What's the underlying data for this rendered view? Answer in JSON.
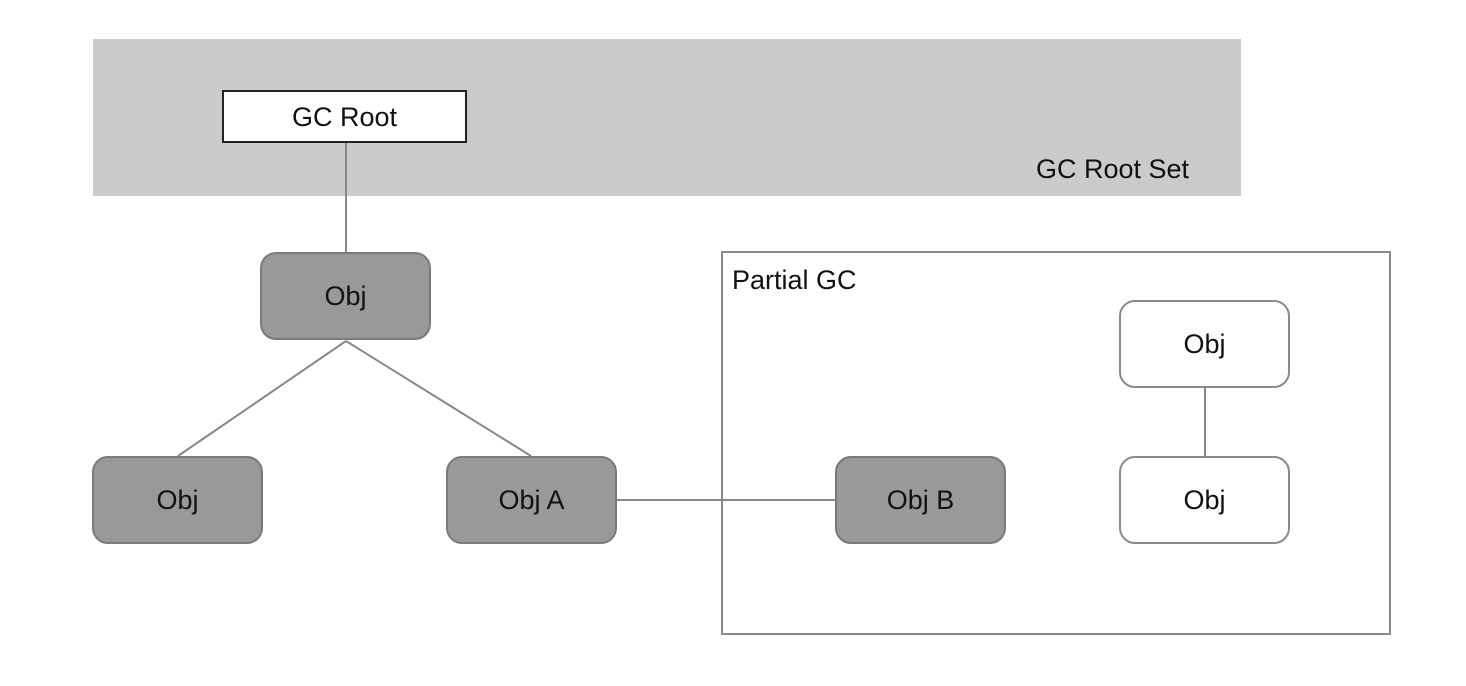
{
  "root_set": {
    "label": "GC Root Set",
    "root_label": "GC Root"
  },
  "partial_gc": {
    "label": "Partial GC"
  },
  "nodes": {
    "top": "Obj",
    "left": "Obj",
    "obj_a": "Obj A",
    "obj_b": "Obj B",
    "iso_top": "Obj",
    "iso_bottom": "Obj"
  },
  "edges": [
    [
      "gc_root",
      "top"
    ],
    [
      "top",
      "left"
    ],
    [
      "top",
      "obj_a"
    ],
    [
      "obj_a",
      "obj_b"
    ],
    [
      "iso_top",
      "iso_bottom"
    ]
  ],
  "colors": {
    "root_set_fill": "#cbcbcb",
    "reachable_fill": "#999999",
    "unreachable_fill": "#ffffff",
    "edge": "#888888"
  }
}
